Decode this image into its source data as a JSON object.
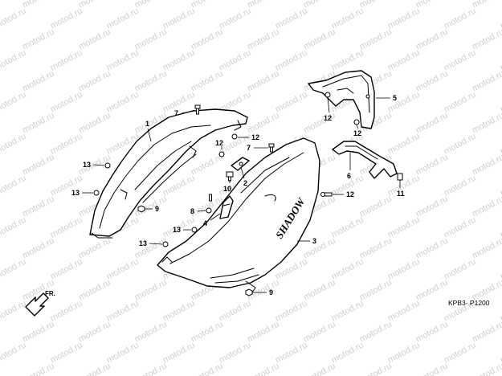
{
  "watermark": {
    "text": "motod.ru"
  },
  "diagram_code": "KPB3- P1200",
  "direction_marker": {
    "text": "FR."
  },
  "cover_logo": "SHADOW",
  "callouts": [
    {
      "id": "c1",
      "label": "1"
    },
    {
      "id": "c2",
      "label": "2"
    },
    {
      "id": "c3",
      "label": "3"
    },
    {
      "id": "c4",
      "label": "4"
    },
    {
      "id": "c5",
      "label": "5"
    },
    {
      "id": "c6",
      "label": "6"
    },
    {
      "id": "c7a",
      "label": "7"
    },
    {
      "id": "c7b",
      "label": "7"
    },
    {
      "id": "c8",
      "label": "8"
    },
    {
      "id": "c9a",
      "label": "9"
    },
    {
      "id": "c9b",
      "label": "9"
    },
    {
      "id": "c10",
      "label": "10"
    },
    {
      "id": "c11",
      "label": "11"
    },
    {
      "id": "c12a",
      "label": "12"
    },
    {
      "id": "c12b",
      "label": "12"
    },
    {
      "id": "c12c",
      "label": "12"
    },
    {
      "id": "c12d",
      "label": "12"
    },
    {
      "id": "c12e",
      "label": "12"
    },
    {
      "id": "c13a",
      "label": "13"
    },
    {
      "id": "c13b",
      "label": "13"
    },
    {
      "id": "c13c",
      "label": "13"
    }
  ]
}
